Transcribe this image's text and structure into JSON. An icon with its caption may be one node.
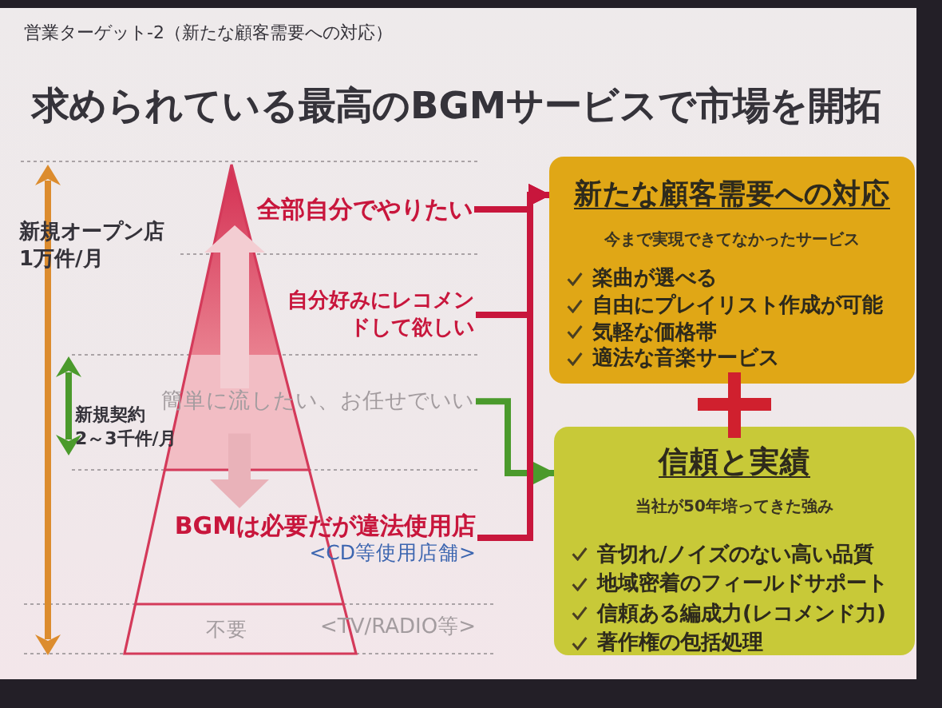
{
  "diagram": {
    "title": "求められている最高のBGMサービスで市場を開拓",
    "nodes": [
      {
        "text": [
          "全部自分でやりたい"
        ]
      },
      {
        "text": [
          "自分好みにレコメンドして欲しい"
        ]
      },
      {
        "text": [
          "簡単に流したい、お任せでいい"
        ]
      },
      {
        "text": [
          "BGMは必要だが違法使用店",
          "<CD等使用店舗>"
        ]
      },
      {
        "text": [
          "新たな顧客需要への対応",
          "今まで実現できてなかったサービス",
          "楽曲が選べる",
          "自由にプレイリスト作成が可能",
          "気軽な価格帯",
          "適法な音楽サービス"
        ]
      },
      {
        "text": [
          "信頼と実績",
          "当社が50年培ってきた強み",
          "音切れ/ノイズのない高い品質",
          "地域密着のフィールドサポート",
          "信頼ある編成力(レコメンド力)",
          "著作権の包括処理"
        ]
      }
    ],
    "edges": [
      {
        "from": 0,
        "to": 4,
        "arrow": "to"
      },
      {
        "from": 1,
        "to": 4,
        "arrow": "to"
      },
      {
        "from": 2,
        "to": 0,
        "arrow": "to",
        "style": "thick",
        "color": "#f3cdd2"
      },
      {
        "from": 2,
        "to": 5,
        "arrow": "to",
        "color": "#4b9a2c"
      },
      {
        "from": 2,
        "to": 3,
        "arrow": "to",
        "style": "thick",
        "color": "#e9b2b9"
      },
      {
        "from": 3,
        "to": 4,
        "arrow": "to"
      }
    ],
    "labels": [
      "営業ターゲット-2（新たな顧客需要への対応）",
      "新規オープン店1万件/月",
      "新規契約2～3千件/月",
      "不要",
      "<TV/RADIO等>"
    ]
  }
}
